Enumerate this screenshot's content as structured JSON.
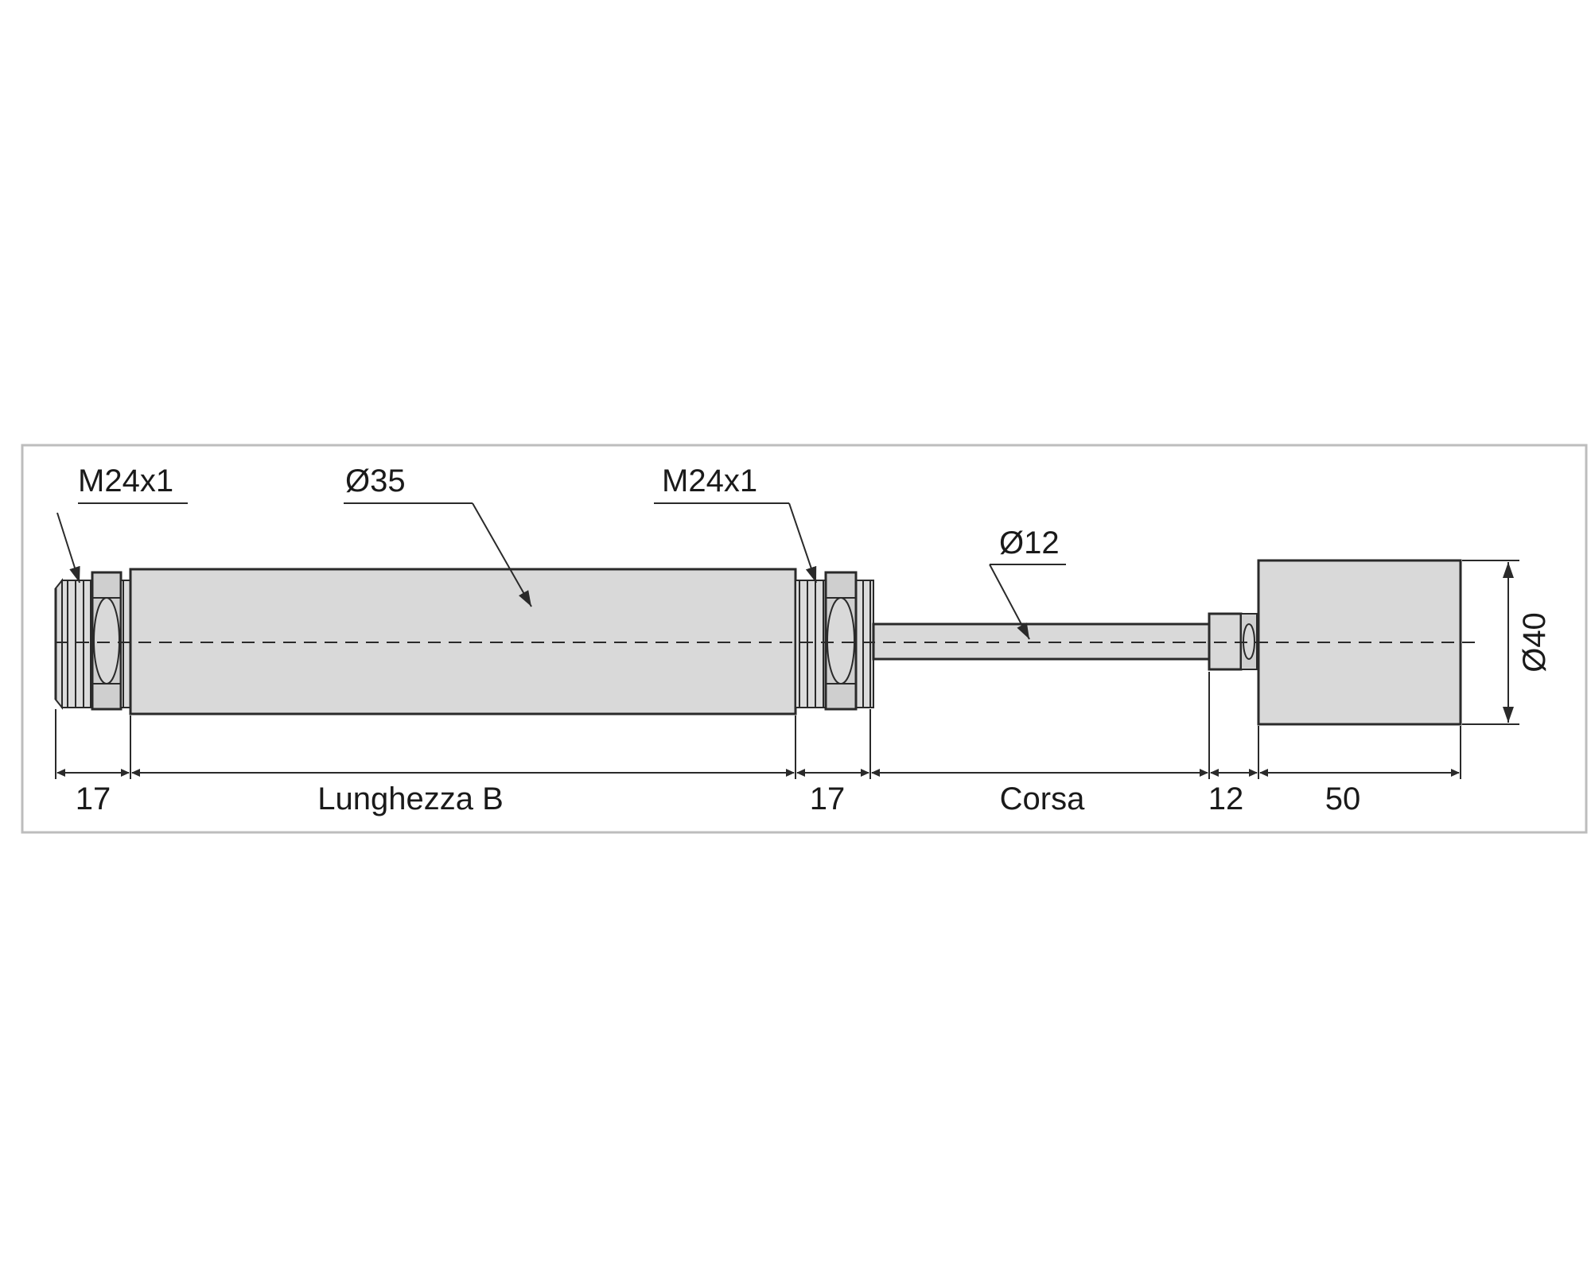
{
  "labels": {
    "thread_left": "M24x1",
    "body_diameter": "Ø35",
    "thread_right": "M24x1",
    "rod_diameter": "Ø12",
    "head_diameter": "Ø40"
  },
  "dimensions": {
    "thread_left_length": "17",
    "body_length": "Lunghezza B",
    "thread_right_length": "17",
    "stroke": "Corsa",
    "rod_end_length": "12",
    "head_length": "50"
  },
  "colors": {
    "part_fill": "#d9d9d9",
    "outline": "#2a2a2a",
    "nut_fill": "#cfcfcf",
    "frame": "#bdbdbd",
    "text": "#1a1a1a"
  }
}
